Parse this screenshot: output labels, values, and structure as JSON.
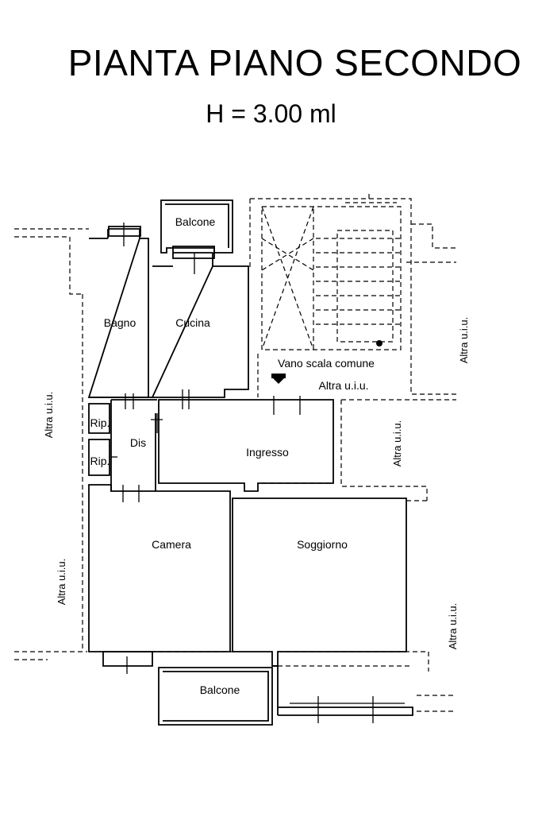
{
  "title": "PIANTA PIANO SECONDO",
  "subtitle": "H = 3.00 ml",
  "rooms": {
    "balcone_top": "Balcone",
    "bagno": "Bagno",
    "cucina": "Cucina",
    "vano_scala": "Vano scala comune",
    "altra_stair": "Altra u.i.u.",
    "rip1": "Rip.",
    "rip2": "Rip.",
    "dis": "Dis",
    "ingresso": "Ingresso",
    "camera": "Camera",
    "soggiorno": "Soggiorno",
    "balcone_bottom": "Balcone"
  },
  "side_labels": {
    "left_upper": "Altra u.i.u.",
    "left_lower": "Altra u.i.u.",
    "right_upper": "Altra u.i.u.",
    "right_middle": "Altra u.i.u.",
    "right_lower": "Altra u.i.u."
  }
}
